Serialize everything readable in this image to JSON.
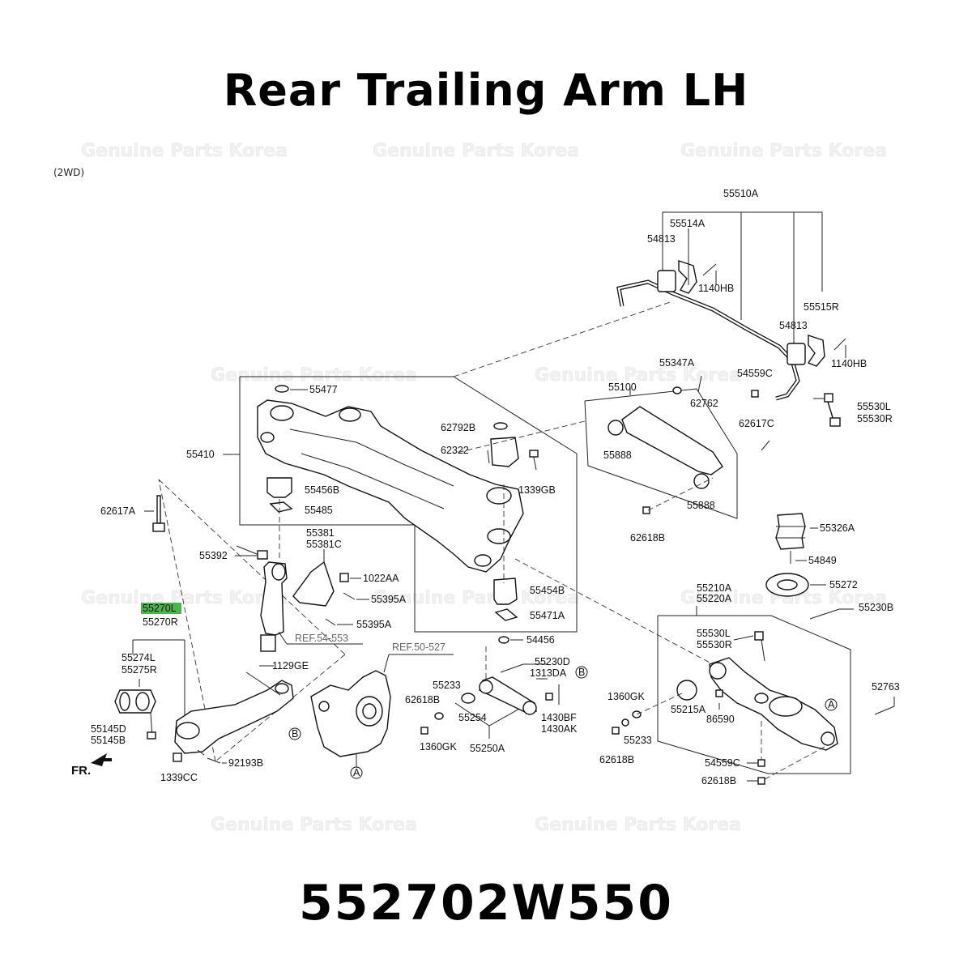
{
  "title": "Rear Trailing Arm LH",
  "part_number": "552702W550",
  "drive_type": "(2WD)",
  "watermark": "Genuine Parts Korea",
  "highlight_color": "#4db34d",
  "front_label": "FR.",
  "callouts": {
    "c55510A": "55510A",
    "c55514A": "55514A",
    "c54813a": "54813",
    "c1140HBa": "1140HB",
    "c55515R": "55515R",
    "c54813b": "54813",
    "c1140HBb": "1140HB",
    "c55347A": "55347A",
    "c54559Ca": "54559C",
    "c55100": "55100",
    "c62762": "62762",
    "c55530La": "55530L",
    "c55530Ra": "55530R",
    "c62617Ca": "62617C",
    "c55888a": "55888",
    "c55888b": "55888",
    "c62618Ba": "62618B",
    "c55326A": "55326A",
    "c54849": "54849",
    "c55272": "55272",
    "c55477": "55477",
    "c62792B": "62792B",
    "c62322": "62322",
    "c55410": "55410",
    "c1339GB": "1339GB",
    "c55456B": "55456B",
    "c55485": "55485",
    "c62617A": "62617A",
    "c55381": "55381",
    "c55381C": "55381C",
    "c55392": "55392",
    "c1022AA": "1022AA",
    "c55395Aa": "55395A",
    "c55395Ab": "55395A",
    "cRef54": "REF.54-553",
    "c55454B": "55454B",
    "c55471A": "55471A",
    "c54456": "54456",
    "c55270L": "55270L",
    "c55270R": "55270R",
    "c55274L": "55274L",
    "c55275R": "55275R",
    "c1129GE": "1129GE",
    "cRef50": "REF.50-527",
    "c55145D": "55145D",
    "c55145B": "55145B",
    "c1339CC": "1339CC",
    "c92193B": "92193B",
    "c55230D": "55230D",
    "c1313DA": "1313DA",
    "c55233a": "55233",
    "c62618Bb": "62618B",
    "c55254": "55254",
    "c1360GKa": "1360GK",
    "c55250A": "55250A",
    "c1430BF": "1430BF",
    "c1430AK": "1430AK",
    "c55210A": "55210A",
    "c55220A": "55220A",
    "c55230B": "55230B",
    "c55530Lb": "55530L",
    "c55530Rb": "55530R",
    "c1360GKb": "1360GK",
    "c55233b": "55233",
    "c62618Bc": "62618B",
    "c55215A": "55215A",
    "c86590": "86590",
    "c52763": "52763",
    "c54559Cb": "54559C",
    "c62618Bd": "62618B",
    "markA": "A",
    "markB": "B"
  }
}
